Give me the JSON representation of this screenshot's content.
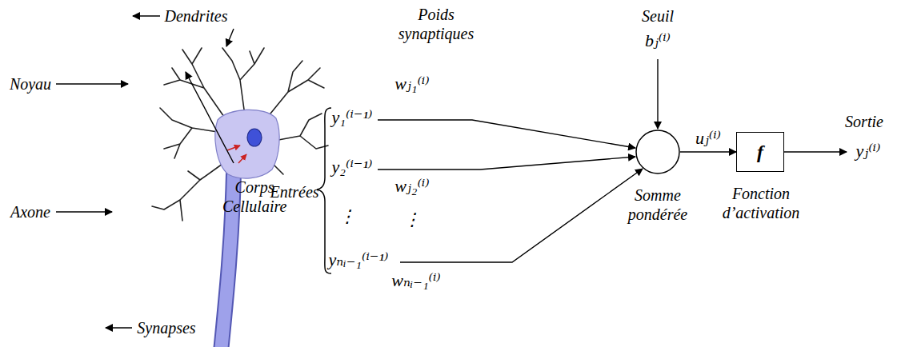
{
  "diagram": {
    "nodes": [
      {
        "text": [
          "Somme pondérée"
        ]
      },
      {
        "text": [
          "f",
          "Fonction d’activation"
        ]
      }
    ],
    "edges": [
      {
        "from": 0,
        "to": 1,
        "arrow": "to",
        "label": "uⱼ⁽ⁱ⁾"
      }
    ],
    "labels": [
      "Dendrites",
      "Noyau",
      "Corps Cellulaire",
      "Axone",
      "Synapses",
      "Poids synaptiques",
      "Seuil",
      "bⱼ⁽ⁱ⁾",
      "wⱼ₁⁽ⁱ⁾",
      "y₁⁽ⁱ⁻¹⁾",
      "y₂⁽ⁱ⁻¹⁾",
      "wⱼ₂⁽ⁱ⁾",
      "Entrées",
      "⋮",
      "⋮",
      "yₙᵢ₋₁⁽ⁱ⁻¹⁾",
      "wₙᵢ₋₁⁽ⁱ⁾",
      "Sortie",
      "yⱼ⁽ⁱ⁾"
    ]
  }
}
